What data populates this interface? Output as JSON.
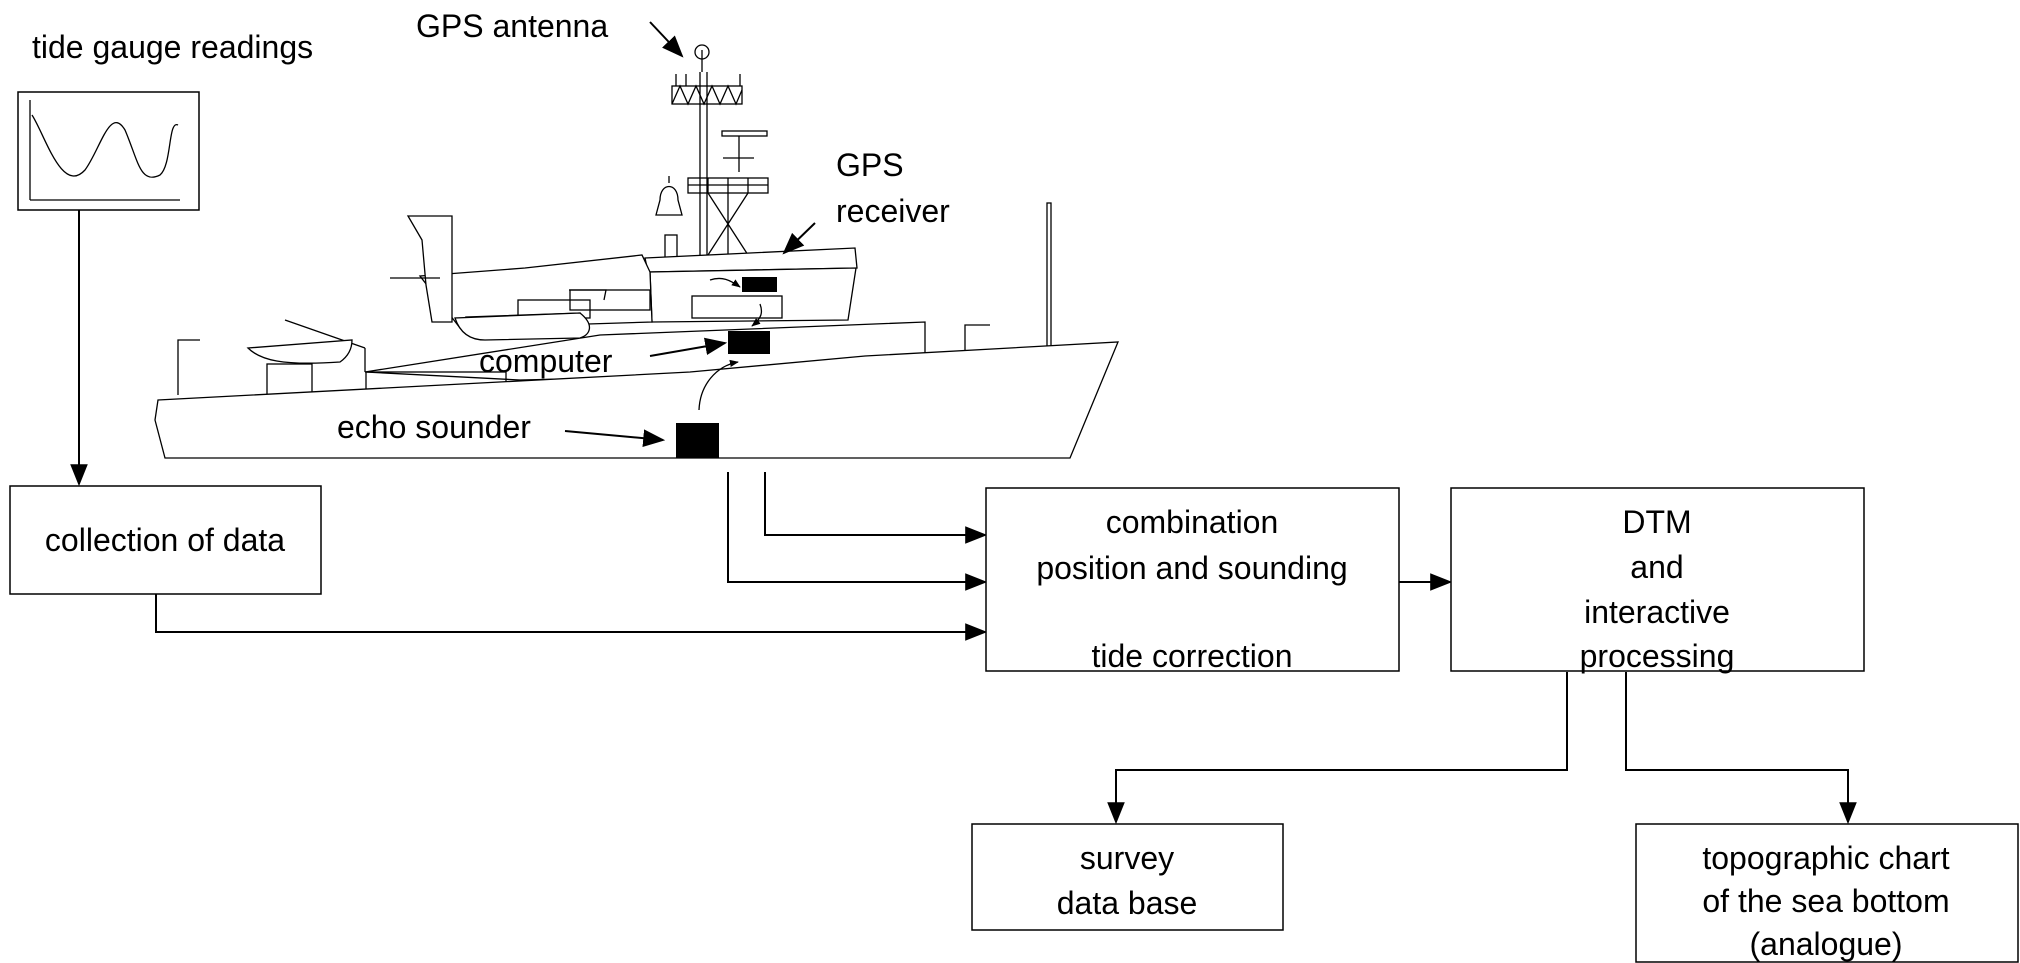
{
  "labels": {
    "tide_gauge": "tide gauge readings",
    "gps_antenna": "GPS antenna",
    "gps_receiver_line1": "GPS",
    "gps_receiver_line2": "receiver",
    "computer": "computer",
    "echo_sounder": "echo sounder"
  },
  "boxes": {
    "collection": "collection of data",
    "combination": {
      "line1": "combination",
      "line2": "position and sounding",
      "line3": "tide correction"
    },
    "dtm": {
      "line1": "DTM",
      "line2": "and",
      "line3": "interactive",
      "line4": "processing"
    },
    "survey": {
      "line1": "survey",
      "line2": "data base"
    },
    "topographic": {
      "line1": "topographic chart",
      "line2": "of the sea bottom",
      "line3": "(analogue)"
    }
  }
}
